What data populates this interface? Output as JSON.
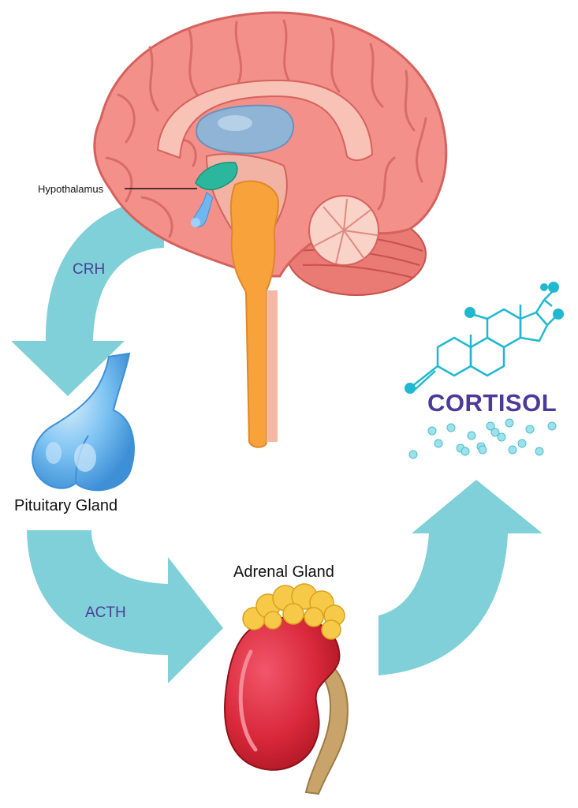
{
  "labels": {
    "hypothalamus": "Hypothalamus",
    "crh": "CRH",
    "pituitary": "Pituitary Gland",
    "acth": "ACTH",
    "adrenal": "Adrenal Gland",
    "cortisol": "CORTISOL"
  },
  "colors": {
    "arrow": "#7fd0d8",
    "cerebrum": "#f4908a",
    "cerebrum_dark": "#e06a64",
    "brainstem": "#f7a23a",
    "hypothalamus": "#2bb79e",
    "ventricle": "#8fb4d6",
    "pituitary": "#6fb7ee",
    "kidney": "#d8283a",
    "adrenal_fat": "#f7c948",
    "ureter": "#c9a46a",
    "molecule": "#20b8cf",
    "text_accent": "#4b3a99"
  },
  "icons": [
    "brain-illustration",
    "pituitary-gland-illustration",
    "kidney-adrenal-illustration",
    "cortisol-molecule-icon"
  ]
}
